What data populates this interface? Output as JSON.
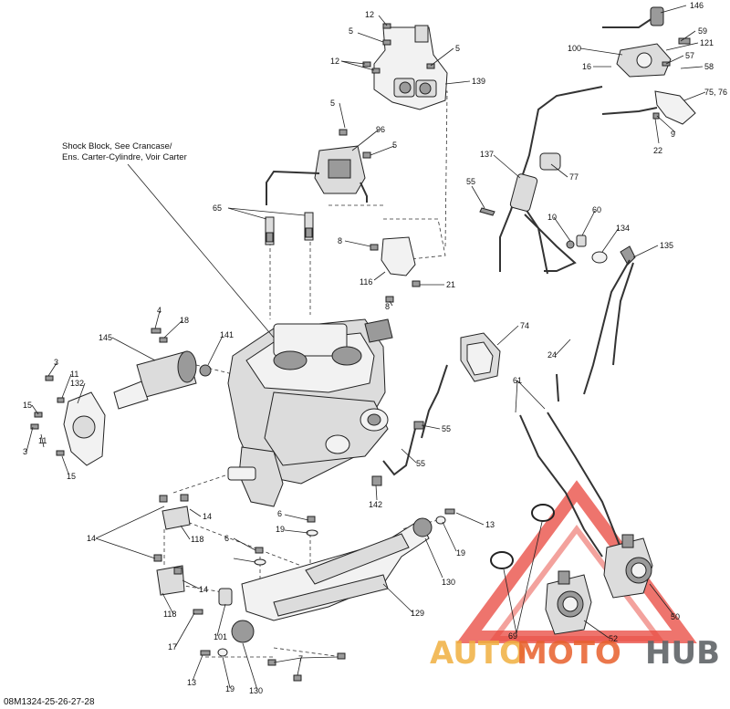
{
  "diagram": {
    "drawing_code": "08M1324-25-26-27-28",
    "note_lines": [
      "Shock Block, See Crancase/",
      "Ens. Carter-Cylindre, Voir Carter"
    ],
    "callouts": [
      {
        "id": "146",
        "label": "146"
      },
      {
        "id": "12a",
        "label": "12"
      },
      {
        "id": "5a",
        "label": "5"
      },
      {
        "id": "5b",
        "label": "5"
      },
      {
        "id": "12b",
        "label": "12"
      },
      {
        "id": "139",
        "label": "139"
      },
      {
        "id": "59",
        "label": "59"
      },
      {
        "id": "100",
        "label": "100"
      },
      {
        "id": "121",
        "label": "121"
      },
      {
        "id": "57",
        "label": "57"
      },
      {
        "id": "16",
        "label": "16"
      },
      {
        "id": "58",
        "label": "58"
      },
      {
        "id": "7576",
        "label": "75, 76"
      },
      {
        "id": "9",
        "label": "9"
      },
      {
        "id": "22",
        "label": "22"
      },
      {
        "id": "5c",
        "label": "5"
      },
      {
        "id": "96",
        "label": "96"
      },
      {
        "id": "5d",
        "label": "5"
      },
      {
        "id": "137",
        "label": "137"
      },
      {
        "id": "77",
        "label": "77"
      },
      {
        "id": "55a",
        "label": "55"
      },
      {
        "id": "65",
        "label": "65"
      },
      {
        "id": "10",
        "label": "10"
      },
      {
        "id": "60",
        "label": "60"
      },
      {
        "id": "134",
        "label": "134"
      },
      {
        "id": "135",
        "label": "135"
      },
      {
        "id": "8a",
        "label": "8"
      },
      {
        "id": "116",
        "label": "116"
      },
      {
        "id": "21",
        "label": "21"
      },
      {
        "id": "8b",
        "label": "8"
      },
      {
        "id": "4",
        "label": "4"
      },
      {
        "id": "18",
        "label": "18"
      },
      {
        "id": "74",
        "label": "74"
      },
      {
        "id": "145",
        "label": "145"
      },
      {
        "id": "141",
        "label": "141"
      },
      {
        "id": "24",
        "label": "24"
      },
      {
        "id": "3a",
        "label": "3"
      },
      {
        "id": "11a",
        "label": "11"
      },
      {
        "id": "132",
        "label": "132"
      },
      {
        "id": "61",
        "label": "61"
      },
      {
        "id": "15a",
        "label": "15"
      },
      {
        "id": "55b",
        "label": "55"
      },
      {
        "id": "3b",
        "label": "3"
      },
      {
        "id": "11b",
        "label": "11"
      },
      {
        "id": "55c",
        "label": "55"
      },
      {
        "id": "15b",
        "label": "15"
      },
      {
        "id": "142",
        "label": "142"
      },
      {
        "id": "14a",
        "label": "14"
      },
      {
        "id": "6a",
        "label": "6"
      },
      {
        "id": "13a",
        "label": "13"
      },
      {
        "id": "19a",
        "label": "19"
      },
      {
        "id": "14b",
        "label": "14"
      },
      {
        "id": "118a",
        "label": "118"
      },
      {
        "id": "6b",
        "label": "6"
      },
      {
        "id": "19b",
        "label": "19"
      },
      {
        "id": "130a",
        "label": "130"
      },
      {
        "id": "14c",
        "label": "14"
      },
      {
        "id": "118b",
        "label": "118"
      },
      {
        "id": "129",
        "label": "129"
      },
      {
        "id": "17",
        "label": "17"
      },
      {
        "id": "101",
        "label": "101"
      },
      {
        "id": "69",
        "label": "69"
      },
      {
        "id": "52",
        "label": "52"
      },
      {
        "id": "50",
        "label": "50"
      },
      {
        "id": "7",
        "label": "7"
      },
      {
        "id": "13b",
        "label": "13"
      },
      {
        "id": "19c",
        "label": "19"
      },
      {
        "id": "130b",
        "label": "130"
      }
    ]
  },
  "watermark": {
    "part1": "AUTO",
    "part2": "MOTO",
    "part3": "HUB",
    "colors": {
      "auto": "#f0b040",
      "moto": "#e8602c",
      "hub": "#606468",
      "triangle": "#e8453c"
    }
  }
}
